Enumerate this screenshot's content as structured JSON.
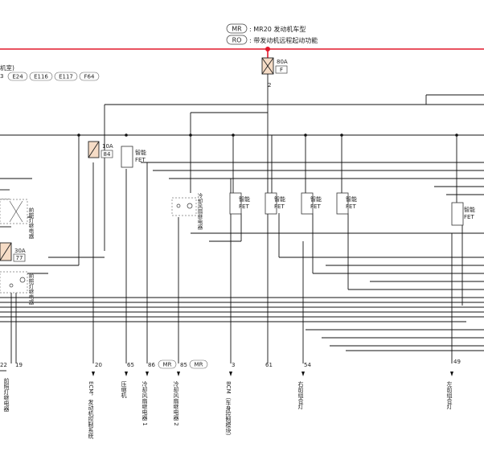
{
  "legend": {
    "mr_tag": "MR",
    "mr_text": ": MR20 发动机车型",
    "ro_tag": "RO",
    "ro_text": ": 带发动机远程起动功能"
  },
  "location": {
    "title": "机室)",
    "connectors": [
      "3",
      "E24",
      "E116",
      "E117",
      "F64"
    ]
  },
  "fuses": [
    {
      "rating": "80A",
      "code": "F"
    },
    {
      "rating": "10A",
      "code": "84"
    },
    {
      "rating": "30A",
      "code": "77"
    }
  ],
  "fets": [
    {
      "line1": "智能",
      "line2": "FET"
    },
    {
      "line1": "智能",
      "line2": "FET"
    },
    {
      "line1": "智能",
      "line2": "FET"
    },
    {
      "line1": "智能",
      "line2": "FET"
    },
    {
      "line1": "智能",
      "line2": "FET"
    },
    {
      "line1": "智能",
      "line2": "FET"
    }
  ],
  "relays": {
    "r1": "前照灯继电器",
    "r2": "冷却风扇继电器",
    "r3": "前照灯继电器"
  },
  "pin_80a": "2",
  "pins": [
    "22",
    "19",
    "20",
    "65",
    "86",
    "85",
    "3",
    "61",
    "54",
    "49"
  ],
  "pin_tag": "MR",
  "outputs": {
    "o1": "前照灯继电器",
    "o2": "ECM，发动机控制系统",
    "o3": "压缩机",
    "o4": "冷却风扇继电器 1",
    "o5": "冷却风扇继电器 2",
    "o6": "BCM（车身控制模块）",
    "o7": "右前组合灯",
    "o8": "左前组合灯"
  }
}
